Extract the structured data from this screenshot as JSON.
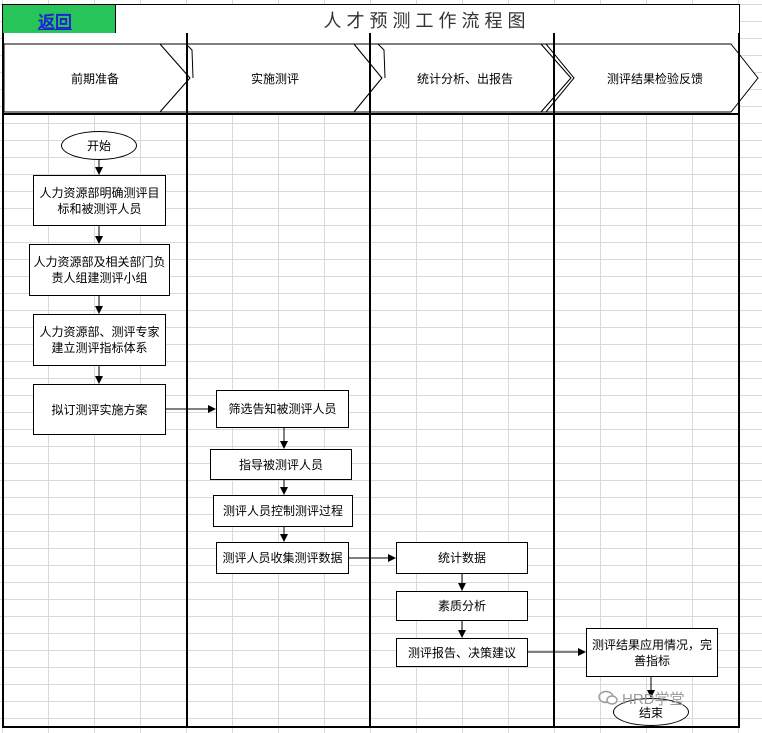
{
  "header": {
    "back_label": "返回",
    "title": "人才预测工作流程图"
  },
  "stages": [
    "前期准备",
    "实施测评",
    "统计分析、出报告",
    "测评结果检验反馈"
  ],
  "nodes": {
    "start": "开始",
    "n1": "人力资源部明确测评目标和被测评人员",
    "n2": "人力资源部及相关部门负责人组建测评小组",
    "n3": "人力资源部、测评专家建立测评指标体系",
    "n4": "拟订测评实施方案",
    "m1": "筛选告知被测评人员",
    "m2": "指导被测评人员",
    "m3": "测评人员控制测评过程",
    "m4": "测评人员收集测评数据",
    "s1": "统计数据",
    "s2": "素质分析",
    "s3": "测评报告、决策建议",
    "r1": "测评结果应用情况，完善指标",
    "end": "结束"
  },
  "watermark": "HRD学堂"
}
